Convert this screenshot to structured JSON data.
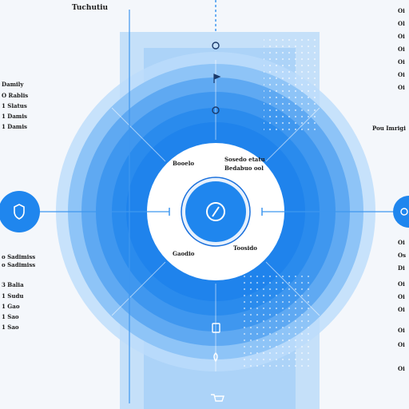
{
  "title": "Tuchutiu",
  "left_labels_top": [
    "Damily",
    "O Rablis",
    "1 Slatus",
    "1 Damis"
  ],
  "left_labels_bottom": [
    "o Sadimiss",
    "3 Balia",
    "1 Sudu",
    "1 Gao",
    "1 Sao"
  ],
  "right_heading": "Pou Imrigi",
  "right_labels_top": [
    "Oi",
    "Ol",
    "Oi",
    "Oi",
    "Oi",
    "Oi",
    "Oi"
  ],
  "right_labels_bottom": [
    "Oi",
    "Os",
    "Di",
    "Oi",
    "Oi",
    "Oi",
    "Oi",
    "Oi",
    "Oi"
  ],
  "ring_labels": {
    "upper_left": "Booelo",
    "upper_right_1": "Sosedo etatu",
    "upper_right_2": "Bedabuo ool",
    "lower_left": "Gaodio",
    "lower_right": "Toosido"
  },
  "icons": {
    "center": "target-icon",
    "left_node": "shield-icon",
    "right_node": "node-icon",
    "top_track": [
      "ring-icon",
      "flag-icon",
      "lock-icon"
    ],
    "bottom_track": [
      "document-icon",
      "marker-icon",
      "cart-icon"
    ]
  },
  "colors": {
    "primary": "#1f86ee",
    "deep": "#1a70dc",
    "ring_light": "#cfe4fb",
    "ring_mid": "#6fb2f4",
    "background": "#f4f7fb"
  }
}
